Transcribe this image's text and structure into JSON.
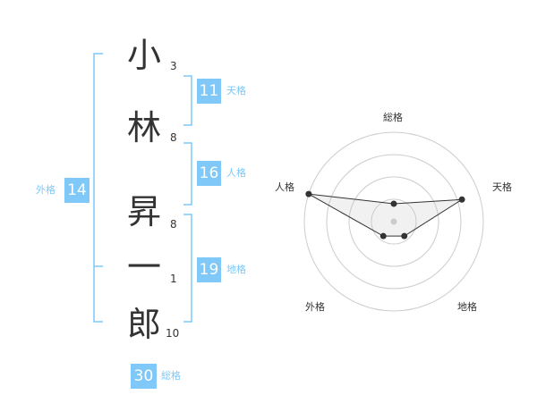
{
  "name": {
    "chars": [
      {
        "char": "小",
        "strokes": "3"
      },
      {
        "char": "林",
        "strokes": "8"
      },
      {
        "char": "昇",
        "strokes": "8"
      },
      {
        "char": "一",
        "strokes": "1"
      },
      {
        "char": "郎",
        "strokes": "10"
      }
    ]
  },
  "kaku": {
    "tenkaku": {
      "value": "11",
      "label": "天格"
    },
    "jinkaku": {
      "value": "16",
      "label": "人格"
    },
    "chikaku": {
      "value": "19",
      "label": "地格"
    },
    "gaikaku": {
      "value": "14",
      "label": "外格"
    },
    "soukaku": {
      "value": "30",
      "label": "総格"
    }
  },
  "colors": {
    "accent": "#7fc8f8",
    "text": "#333333",
    "ring": "#cccccc"
  },
  "chart_data": {
    "type": "radar",
    "axes": [
      "総格",
      "天格",
      "地格",
      "外格",
      "人格"
    ],
    "levels": 4,
    "values": [
      1,
      4,
      1,
      1,
      5
    ],
    "max": 5
  }
}
